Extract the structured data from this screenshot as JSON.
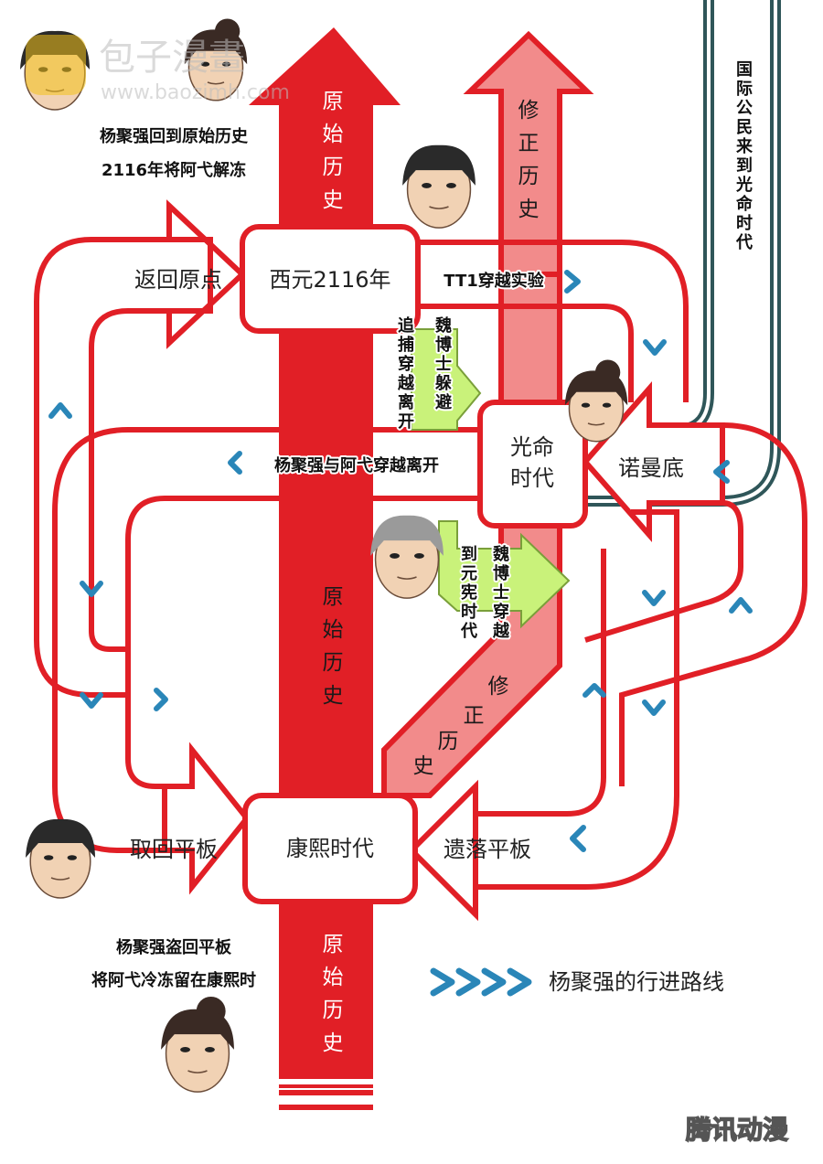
{
  "watermark": {
    "brand": "包子漫畫",
    "url": "www.baozimh.com",
    "corner": "腾讯动漫"
  },
  "nodes": {
    "xiyuan": "西元2116年",
    "guangming_line1": "光命",
    "guangming_line2": "时代",
    "kangxi": "康熙时代"
  },
  "arrow_labels": {
    "fanhui": "返回原点",
    "nuomandi": "诺曼底",
    "quhui": "取回平板",
    "yiluo": "遗落平板"
  },
  "streams": {
    "yuanshi_top": "原始历史",
    "xiuzheng_top": "修正历史",
    "yuanshi_mid": "原始历史",
    "xiuzheng_diag": "修正历史",
    "yuanshi_bottom": "原始历史"
  },
  "annotations": {
    "yang_return_line1": "杨聚强回到原始历史",
    "yang_return_line2": "2116年将阿弋解冻",
    "tt1": "TT1穿越实验",
    "wei_hide": "魏博士躲避",
    "chase": "追捕穿越离开",
    "yang_ayi_leave": "杨聚强与阿弋穿越离开",
    "wei_travel": "魏博士穿越",
    "to_yuanxian": "到元宪时代",
    "intl_citizens": "国际公民来到光命时代",
    "yang_steal_line1": "杨聚强盗回平板",
    "yang_steal_line2": "将阿弋冷冻留在康熙时"
  },
  "legend": {
    "label": "杨聚强的行进路线"
  },
  "colors": {
    "red": "#e11f26",
    "pink": "#f28b8b",
    "green": "#c9f27a",
    "blue": "#2a86b8",
    "teal": "#2f5659"
  }
}
